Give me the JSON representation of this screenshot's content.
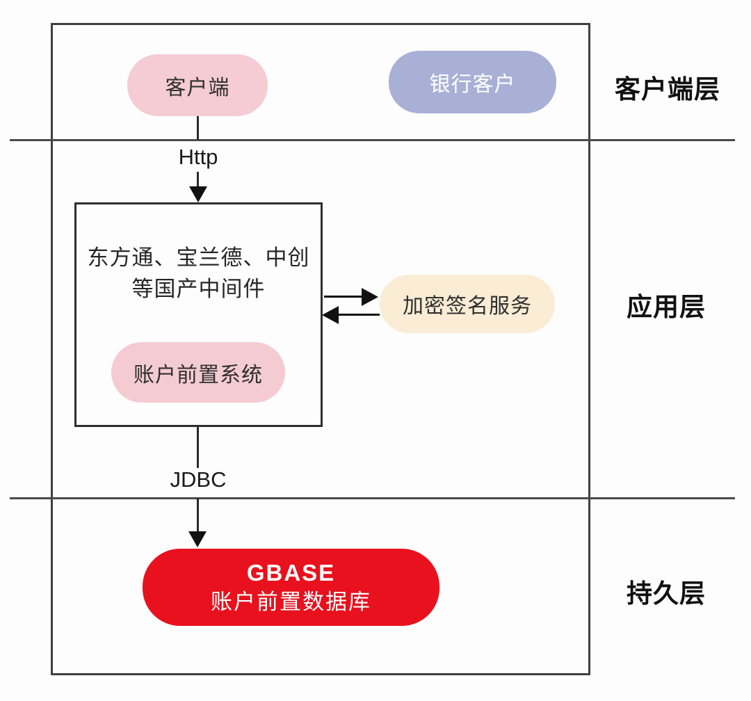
{
  "layers": {
    "client": {
      "label": "客户端层"
    },
    "application": {
      "label": "应用层"
    },
    "persistence": {
      "label": "持久层"
    }
  },
  "nodes": {
    "client_pill": {
      "label": "客户端"
    },
    "bank_customer_pill": {
      "label": "银行客户"
    },
    "middleware_box": {
      "line1": "东方通、宝兰德、中创",
      "line2": "等国产中间件"
    },
    "account_front_pill": {
      "label": "账户前置系统"
    },
    "crypto_sign_pill": {
      "label": "加密签名服务"
    },
    "gbase_pill": {
      "line1": "GBASE",
      "line2": "账户前置数据库"
    }
  },
  "edges": {
    "http": {
      "label": "Http"
    },
    "jdbc": {
      "label": "JDBC"
    }
  },
  "colors": {
    "client_pill_bg": "#f5ccd3",
    "bank_pill_bg": "#a9b0d6",
    "account_pill_bg": "#f5cbd2",
    "crypto_pill_bg": "#faecd5",
    "gbase_pill_bg": "#e8111d",
    "line": "#3f3f3f"
  }
}
